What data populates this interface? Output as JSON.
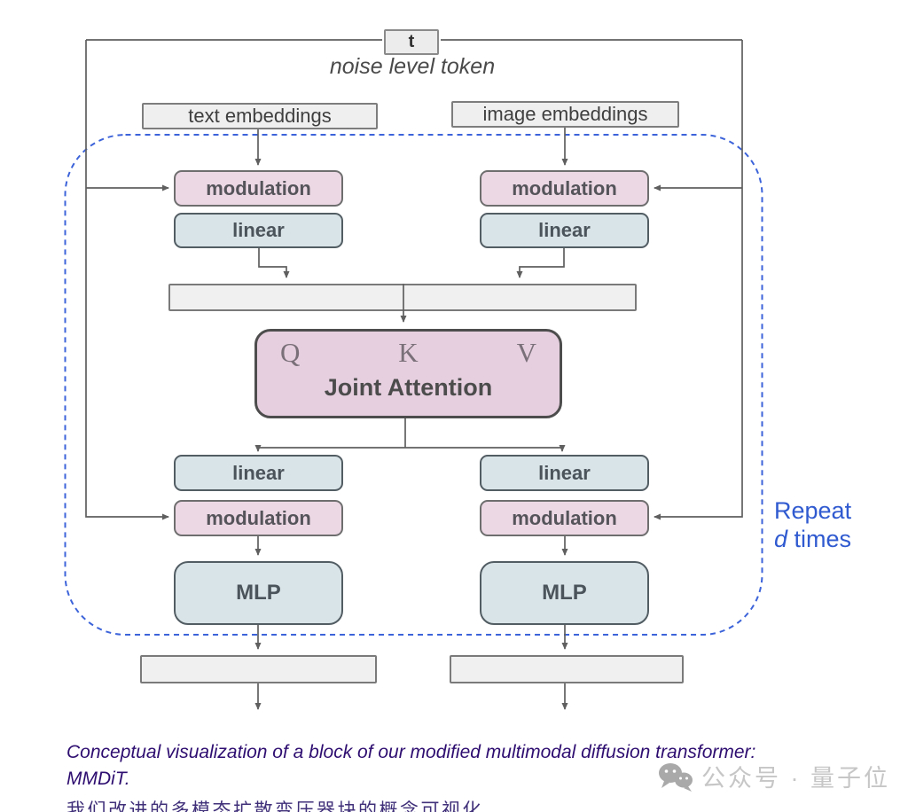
{
  "diagram": {
    "noise_token_label": "t",
    "noise_level_label": "noise level token",
    "text_embeddings_label": "text embeddings",
    "image_embeddings_label": "image embeddings",
    "modulation_label": "modulation",
    "linear_label": "linear",
    "mlp_label": "MLP",
    "joint_attention": {
      "q": "Q",
      "k": "K",
      "v": "V",
      "title": "Joint Attention"
    },
    "repeat_annotation": {
      "word": "Repeat",
      "d": "d",
      "times": " times"
    },
    "colors": {
      "modulation_fill": "#ecd7e5",
      "linear_fill": "#d9e4e8",
      "joint_attention_fill": "#e6cfdf",
      "bar_fill": "#f0f0f0",
      "connector_gray": "#5f5f5f",
      "repeat_blue": "#2f5ad0",
      "dashed_boundary_blue": "#3c63d9",
      "caption_purple": "#2e0e70",
      "watermark_gray": "#c6c6c6"
    }
  },
  "caption": {
    "line1": "Conceptual visualization of a block of our modified multimodal diffusion transformer:",
    "line2": "MMDiT."
  },
  "watermark": {
    "label": "公众号 · 量子位"
  },
  "clipped_paragraph": "我们改进的多模态扩散变压器块的概念可视化"
}
